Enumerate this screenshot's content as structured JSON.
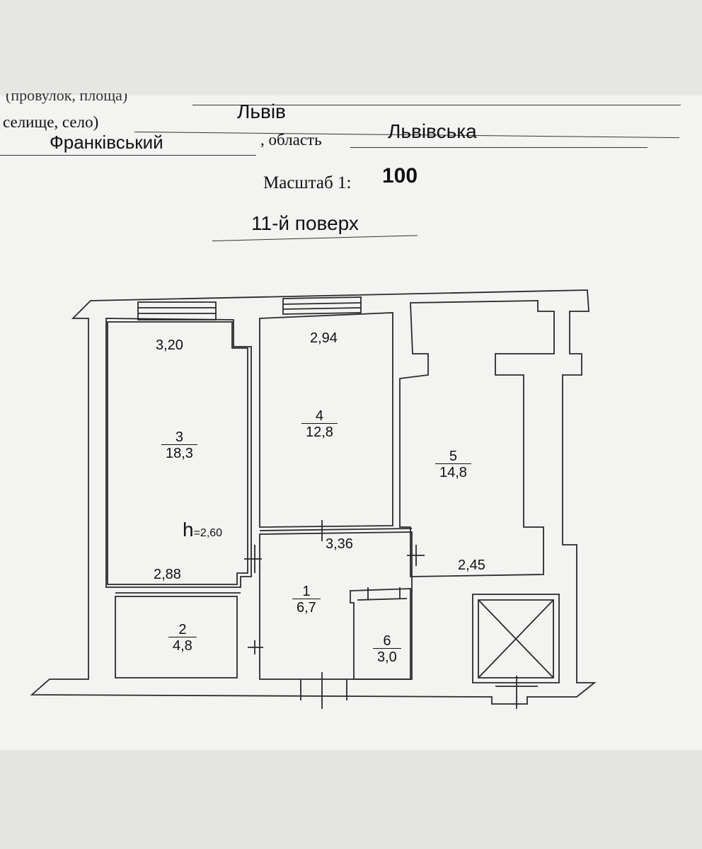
{
  "header": {
    "line1_partial": "(провулок, площа)",
    "settlement_label": "селище, село)",
    "city": "Львів",
    "district": "Франківський",
    "region_label": ", область",
    "region": "Львівська",
    "scale_label": "Масштаб 1:",
    "scale_value": "100",
    "floor": "11-й поверх"
  },
  "rooms": [
    {
      "num": "1",
      "area": "6,7"
    },
    {
      "num": "2",
      "area": "4,8"
    },
    {
      "num": "3",
      "area": "18,3"
    },
    {
      "num": "4",
      "area": "12,8"
    },
    {
      "num": "5",
      "area": "14,8"
    },
    {
      "num": "6",
      "area": "3,0"
    }
  ],
  "dimensions": {
    "room3_width": "3,20",
    "room4_width": "2,94",
    "room3_bottom": "2,88",
    "hall_width": "3,36",
    "room5_bottom": "2,45",
    "height_label": "h",
    "height_value": "=2,60"
  }
}
